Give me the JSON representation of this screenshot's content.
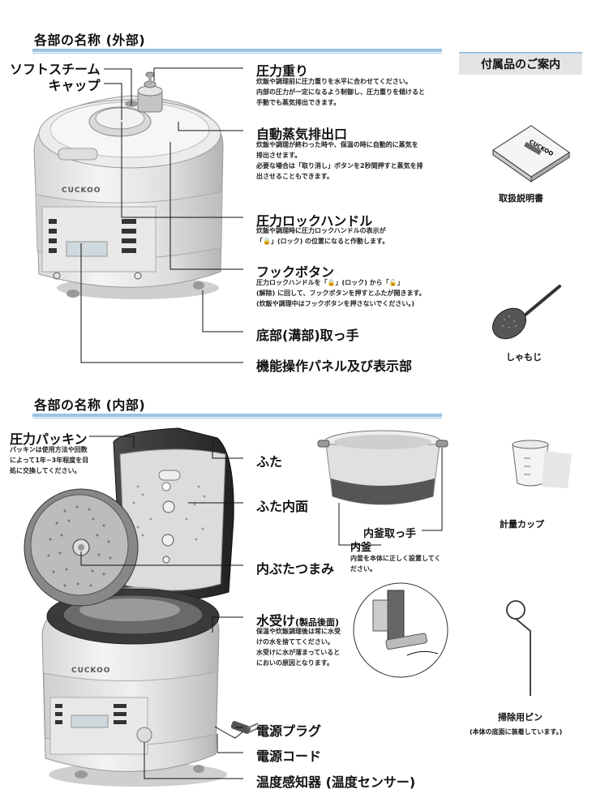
{
  "sections": {
    "exterior_title": "各部の名称 (外部)",
    "interior_title": "各部の名称 (内部)"
  },
  "accessories": {
    "title": "付属品のご案内",
    "items": [
      "取扱説明書",
      "しゃもじ",
      "計量カップ",
      "掃除用ピン"
    ],
    "pin_note": "(本体の底面に装着しています。)"
  },
  "exterior": {
    "soft_steam_cap": "ソフトスチーム\nキャップ",
    "pressure_weight": {
      "title": "圧力重り",
      "desc": "炊飯や調理前に圧力重りを水平に合わせてください。\n内部の圧力が一定になるよう制御し、圧力重りを傾けると\n手動でも蒸気排出できます。"
    },
    "auto_steam": {
      "title": "自動蒸気排出口",
      "desc": "炊飯や調理が終わった時や、保温の時に自動的に蒸気を\n排出させます。\n必要な場合は「取り消し」ボタンを2秒間押すと蒸気を排\n出させることもできます。"
    },
    "lock_handle": {
      "title": "圧力ロックハンドル",
      "desc": "炊飯や調理時に圧力ロックハンドルの表示が\n「🔒」(ロック) の位置になると作動します。"
    },
    "hook_button": {
      "title": "フックボタン",
      "desc": "圧力ロックハンドルを「🔒」(ロック) から「🔓」\n(解除) に回して、フックボタンを押すとふたが開きます。\n(炊飯や調理中はフックボタンを押さないでください。)"
    },
    "bottom_handle": "底部(溝部)取っ手",
    "control_panel": "機能操作パネル及び表示部",
    "brand": "CUCKOO"
  },
  "interior": {
    "gasket": {
      "title": "圧力パッキン",
      "desc": "パッキンは使用方法や回数\nによって1年~3年程度を目\n処に交換してください。"
    },
    "lid": "ふた",
    "lid_inner": "ふた内面",
    "inner_pot_handle": "内釜取っ手",
    "inner_pot": {
      "title": "内釜",
      "desc": "内釜を本体に正しく設置してく\nださい。"
    },
    "inner_lid_knob": "内ぶたつまみ",
    "water_tray": {
      "title": "水受け",
      "suffix": "(製品後面)",
      "desc": "保温や炊飯調理後は常に水受\nけの水を捨ててください。\n水受けに水が溜まっていると\nにおいの原因となります。"
    },
    "power_plug": "電源プラグ",
    "power_cord": "電源コード",
    "temp_sensor": "温度感知器 (温度センサー)"
  }
}
